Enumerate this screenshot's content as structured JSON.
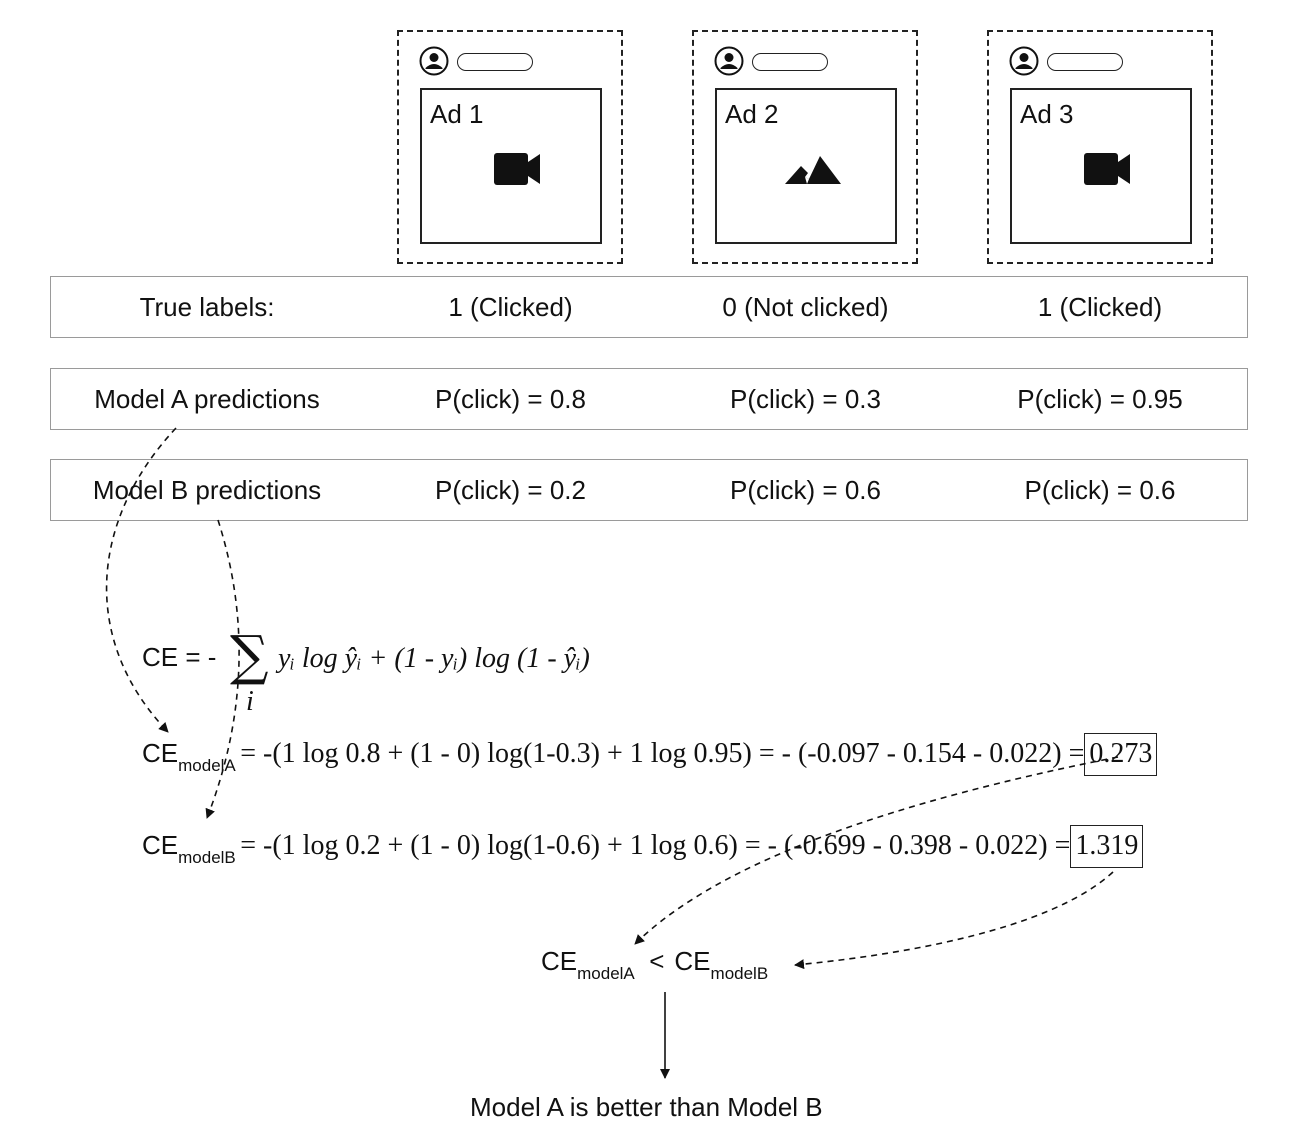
{
  "ads": [
    {
      "label": "Ad 1",
      "media_icon": "video-camera-icon"
    },
    {
      "label": "Ad 2",
      "media_icon": "image-icon"
    },
    {
      "label": "Ad 3",
      "media_icon": "video-camera-icon"
    }
  ],
  "table": {
    "rows": [
      {
        "header": "True labels:",
        "cells": [
          "1 (Clicked)",
          "0 (Not clicked)",
          "1 (Clicked)"
        ]
      },
      {
        "header": "Model A predictions",
        "cells": [
          "P(click) = 0.8",
          "P(click) = 0.3",
          "P(click) = 0.95"
        ]
      },
      {
        "header": "Model B predictions",
        "cells": [
          "P(click) = 0.2",
          "P(click) = 0.6",
          "P(click) = 0.6"
        ]
      }
    ]
  },
  "formula": {
    "ce_label": "CE = -",
    "ce_sum_index": "i",
    "ce_body": "yᵢ log ŷᵢ + (1 - yᵢ) log (1 - ŷᵢ)",
    "model_a": {
      "ce": "CE",
      "sub": "modelA",
      "expr": "= -(1 log 0.8 + (1 - 0) log(1-0.3) + 1 log 0.95) = - (-0.097 - 0.154 - 0.022) =",
      "result": "0.273"
    },
    "model_b": {
      "ce": "CE",
      "sub": "modelB",
      "expr": "= -(1 log 0.2 + (1 - 0) log(1-0.6) + 1 log 0.6) = - (-0.699 - 0.398 - 0.022) =",
      "result": "1.319"
    }
  },
  "comparison": {
    "left_ce": "CE",
    "left_sub": "modelA",
    "operator": "<",
    "right_ce": "CE",
    "right_sub": "modelB"
  },
  "conclusion": "Model A is better than Model B"
}
